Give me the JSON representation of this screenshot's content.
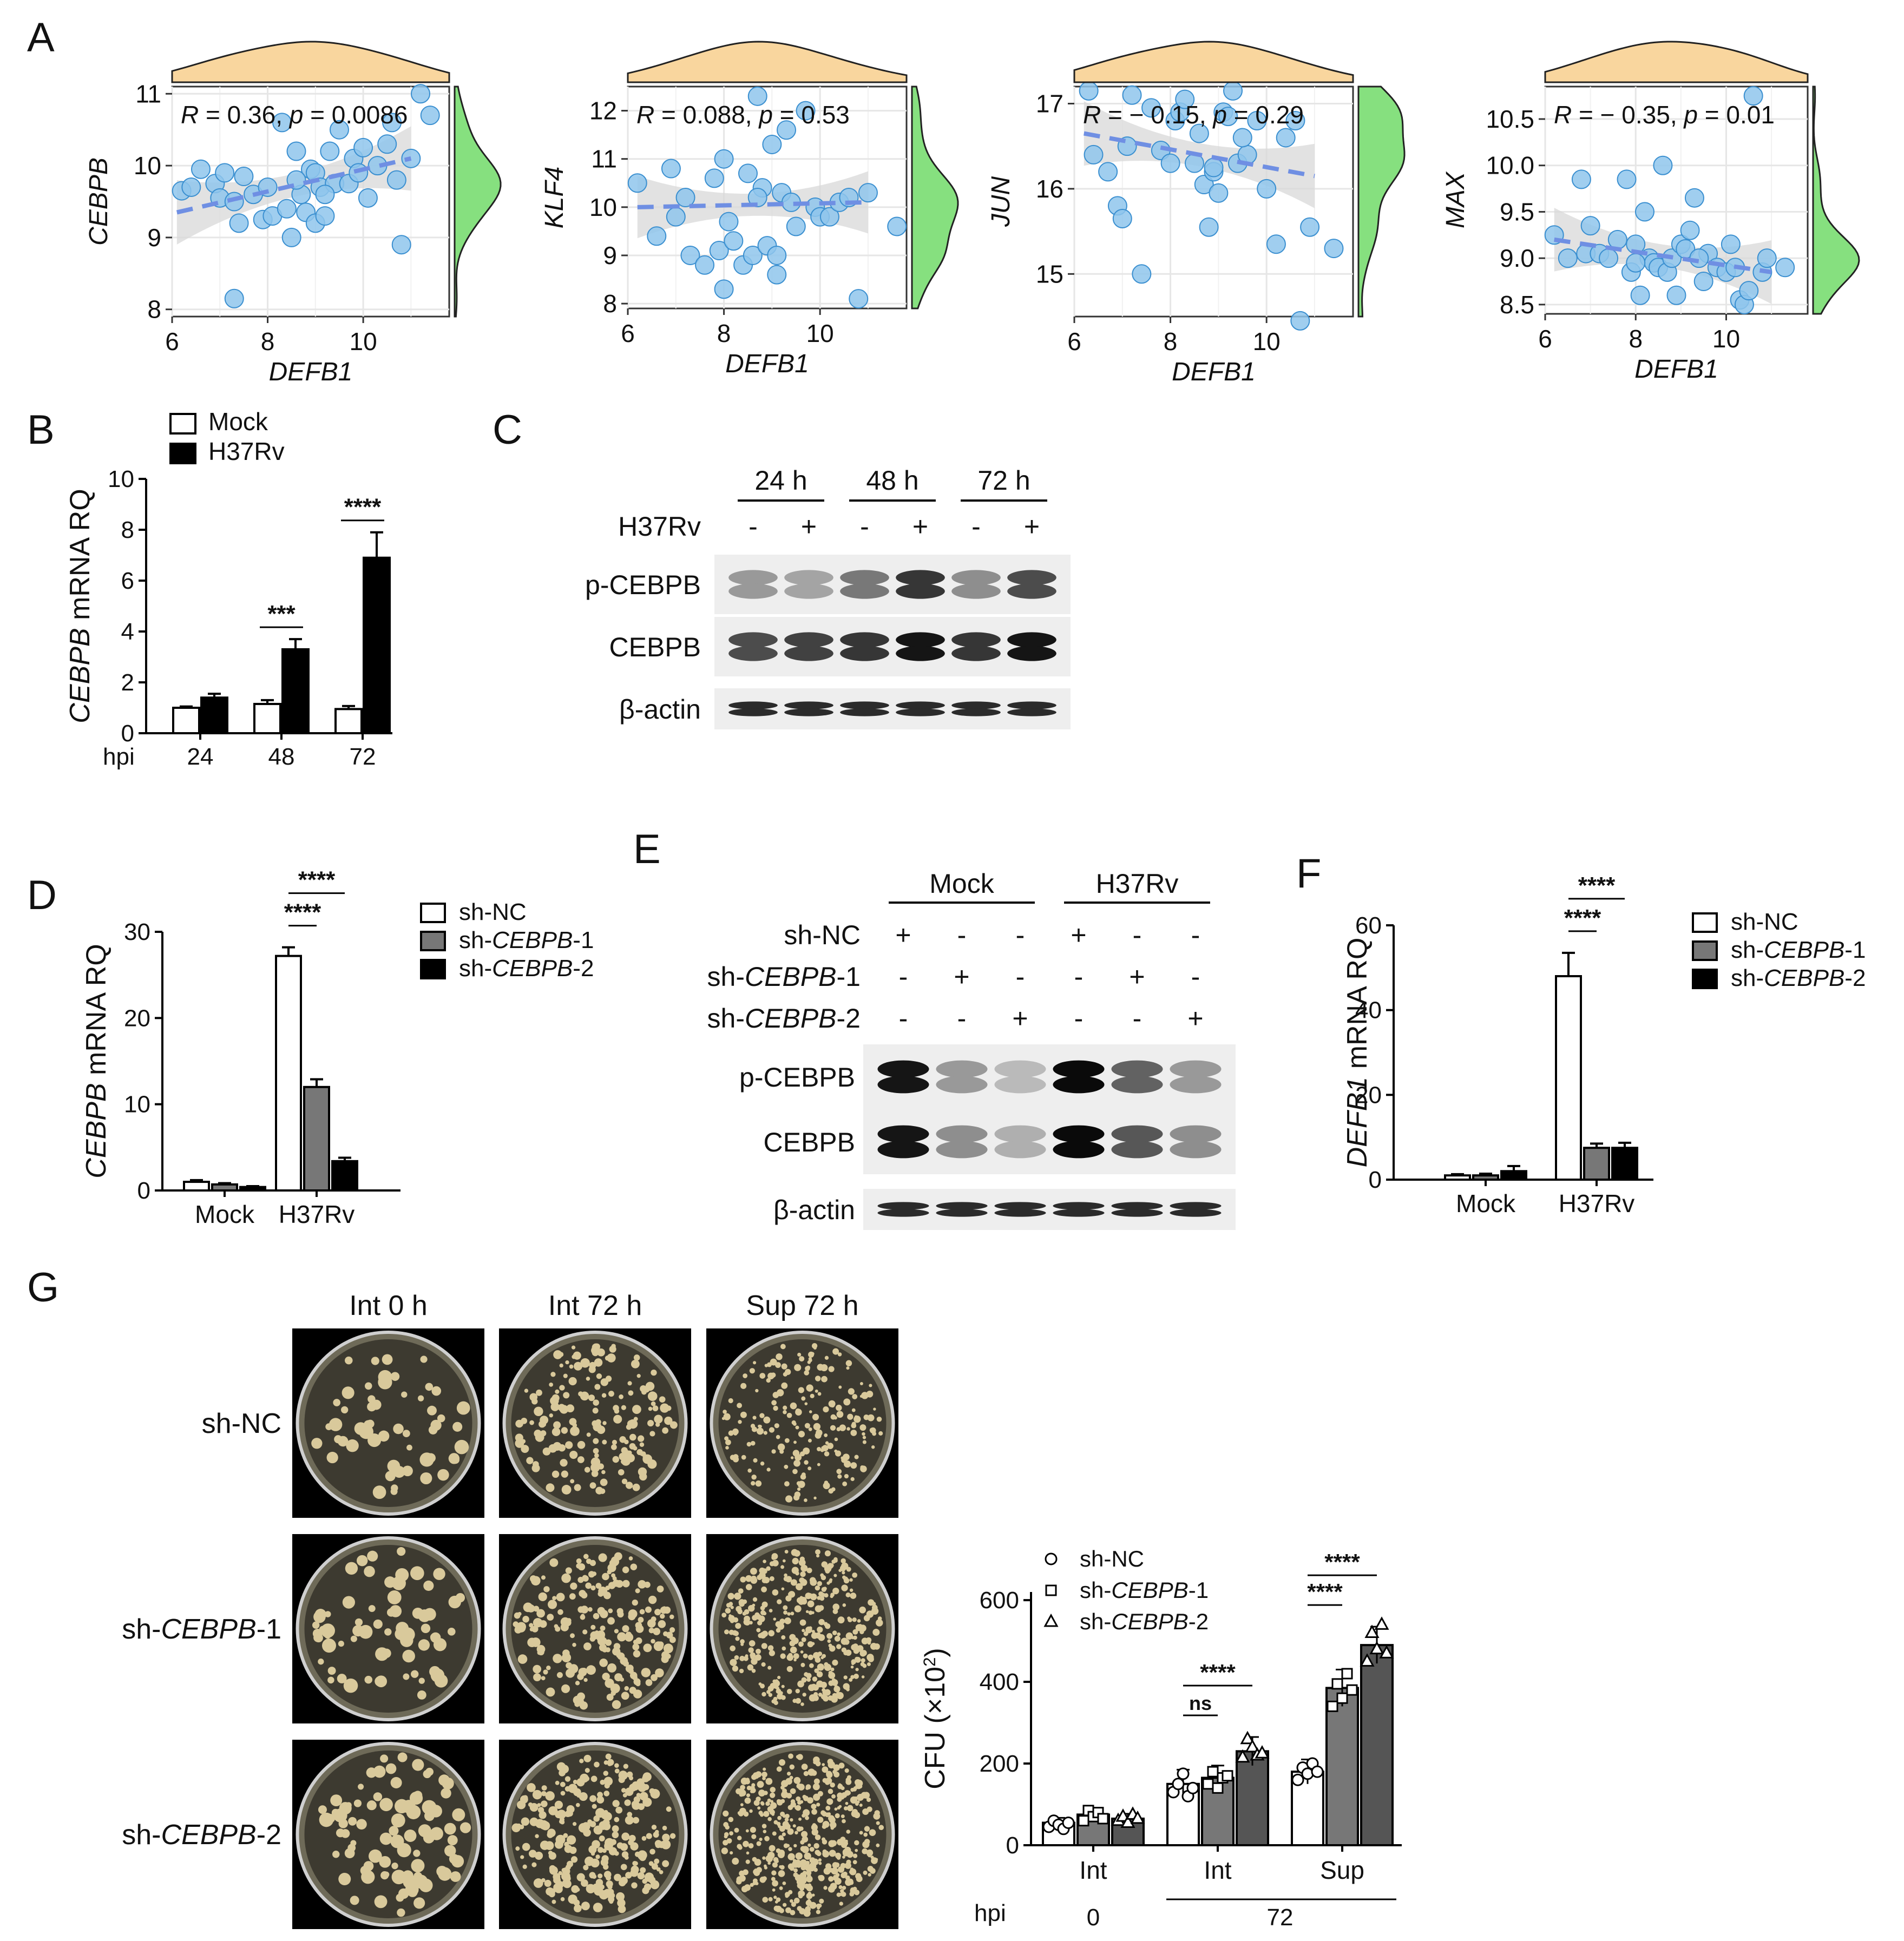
{
  "colors": {
    "scatter_point": "#8fc6ec",
    "scatter_point_stroke": "#3a8fd0",
    "regression_line": "#6f8fe3",
    "ci_band": "#d8d8d8",
    "x_density": "#f9d69e",
    "y_density": "#86e07f",
    "bar_black": "#000000",
    "bar_grey": "#777777",
    "bar_dark": "#555555",
    "plate_bg": "#000000",
    "colony": "#d9c99b",
    "agar": "#6e6a58"
  },
  "panels": {
    "A": "A",
    "B": "B",
    "C": "C",
    "D": "D",
    "E": "E",
    "F": "F",
    "G": "G"
  },
  "chart_data": [
    {
      "id": "A1",
      "type": "scatter",
      "xlabel": "DEFB1",
      "ylabel": "CEBPB",
      "annotation": {
        "r_label": "R",
        "r_value": " = 0.36, ",
        "p_label": "p",
        "p_value": " = 0.0086"
      },
      "xlim": [
        6,
        11.8
      ],
      "ylim": [
        7.9,
        11.1
      ],
      "xticks": [
        "6",
        "8",
        "10"
      ],
      "yticks": [
        "8",
        "9",
        "10",
        "11"
      ],
      "fit": {
        "x": [
          6.1,
          11.0
        ],
        "y": [
          9.35,
          10.1
        ]
      },
      "x": [
        6.2,
        6.4,
        6.6,
        6.9,
        7.0,
        7.1,
        7.3,
        7.4,
        7.5,
        7.7,
        7.9,
        8.0,
        8.1,
        8.3,
        8.4,
        8.5,
        8.6,
        8.7,
        8.8,
        8.9,
        9.0,
        9.0,
        9.1,
        9.2,
        9.3,
        9.4,
        9.5,
        9.7,
        9.8,
        9.9,
        10.0,
        10.1,
        10.3,
        10.5,
        10.7,
        10.8,
        11.0,
        11.2,
        11.4,
        7.3,
        8.6,
        9.2,
        10.6
      ],
      "y": [
        9.65,
        9.7,
        9.95,
        9.75,
        9.55,
        9.9,
        8.15,
        9.2,
        9.85,
        9.6,
        9.25,
        9.7,
        9.3,
        10.6,
        9.4,
        9.0,
        10.2,
        9.6,
        9.35,
        9.95,
        9.9,
        9.2,
        9.7,
        9.3,
        10.2,
        9.75,
        10.5,
        9.75,
        10.1,
        9.9,
        10.25,
        9.55,
        10.0,
        10.3,
        9.8,
        8.9,
        10.1,
        11.0,
        10.7,
        9.5,
        9.8,
        9.6,
        10.6
      ]
    },
    {
      "id": "A2",
      "type": "scatter",
      "xlabel": "DEFB1",
      "ylabel": "KLF4",
      "annotation": {
        "r_label": "R",
        "r_value": " = 0.088, ",
        "p_label": "p",
        "p_value": " = 0.53"
      },
      "xlim": [
        6,
        11.8
      ],
      "ylim": [
        7.9,
        12.5
      ],
      "xticks": [
        "6",
        "8",
        "10"
      ],
      "yticks": [
        "8",
        "9",
        "10",
        "11",
        "12"
      ],
      "fit": {
        "x": [
          6.2,
          11.0
        ],
        "y": [
          10.0,
          10.1
        ]
      },
      "x": [
        6.2,
        6.6,
        6.9,
        7.0,
        7.2,
        7.3,
        7.6,
        7.8,
        7.9,
        8.0,
        8.1,
        8.2,
        8.4,
        8.5,
        8.6,
        8.7,
        8.8,
        8.9,
        9.0,
        9.1,
        9.2,
        9.3,
        9.4,
        9.5,
        9.7,
        9.9,
        10.0,
        10.2,
        10.4,
        10.6,
        10.8,
        11.0,
        11.6,
        8.0,
        8.7,
        9.1
      ],
      "y": [
        10.5,
        9.4,
        10.8,
        9.8,
        10.2,
        9.0,
        8.8,
        10.6,
        9.1,
        8.3,
        9.7,
        9.3,
        8.8,
        10.7,
        9.0,
        12.3,
        10.4,
        9.2,
        11.3,
        8.6,
        10.3,
        11.6,
        10.1,
        9.6,
        12.0,
        10.0,
        9.8,
        9.8,
        10.1,
        10.2,
        8.1,
        10.3,
        9.6,
        11.0,
        10.2,
        9.0
      ]
    },
    {
      "id": "A3",
      "type": "scatter",
      "xlabel": "DEFB1",
      "ylabel": "JUN",
      "annotation": {
        "r_label": "R",
        "r_value": " = − 0.15, ",
        "p_label": "p",
        "p_value": " = 0.29"
      },
      "xlim": [
        6,
        11.8
      ],
      "ylim": [
        14.5,
        17.2
      ],
      "xticks": [
        "6",
        "8",
        "10"
      ],
      "yticks": [
        "15",
        "16",
        "17"
      ],
      "fit": {
        "x": [
          6.2,
          11.0
        ],
        "y": [
          16.65,
          16.15
        ]
      },
      "x": [
        6.3,
        6.4,
        6.7,
        6.9,
        7.0,
        7.2,
        7.4,
        7.6,
        7.8,
        8.0,
        8.1,
        8.2,
        8.3,
        8.5,
        8.6,
        8.7,
        8.8,
        8.9,
        9.0,
        9.1,
        9.2,
        9.3,
        9.4,
        9.6,
        9.8,
        10.0,
        10.2,
        10.4,
        10.6,
        10.7,
        10.9,
        11.4,
        7.1,
        8.9,
        9.5
      ],
      "y": [
        17.15,
        16.4,
        16.2,
        15.8,
        15.65,
        17.1,
        15.0,
        16.95,
        16.45,
        16.3,
        16.8,
        16.9,
        17.05,
        16.3,
        16.65,
        16.05,
        15.55,
        16.2,
        15.95,
        16.9,
        16.85,
        17.15,
        16.3,
        16.4,
        16.8,
        16.0,
        15.35,
        16.6,
        16.8,
        14.45,
        15.55,
        15.3,
        16.5,
        16.25,
        16.6
      ]
    },
    {
      "id": "A4",
      "type": "scatter",
      "xlabel": "DEFB1",
      "ylabel": "MAX",
      "annotation": {
        "r_label": "R",
        "r_value": " = − 0.35, ",
        "p_label": "p",
        "p_value": " = 0.01"
      },
      "xlim": [
        6,
        11.8
      ],
      "ylim": [
        8.4,
        10.85
      ],
      "xticks": [
        "6",
        "8",
        "10"
      ],
      "yticks": [
        "8.5",
        "9.0",
        "9.5",
        "10.0",
        "10.5"
      ],
      "fit": {
        "x": [
          6.2,
          11.0
        ],
        "y": [
          9.2,
          8.85
        ]
      },
      "x": [
        6.2,
        6.5,
        6.8,
        6.9,
        7.0,
        7.2,
        7.4,
        7.6,
        7.8,
        7.9,
        8.0,
        8.1,
        8.2,
        8.3,
        8.4,
        8.5,
        8.6,
        8.7,
        8.8,
        8.9,
        9.0,
        9.1,
        9.2,
        9.3,
        9.5,
        9.6,
        9.8,
        10.0,
        10.1,
        10.2,
        10.3,
        10.4,
        10.5,
        10.6,
        10.8,
        11.3,
        8.0,
        9.4,
        10.9
      ],
      "y": [
        9.25,
        9.0,
        9.85,
        9.05,
        9.35,
        9.05,
        9.0,
        9.2,
        9.85,
        8.85,
        9.15,
        8.6,
        9.5,
        9.0,
        8.95,
        8.9,
        10.0,
        8.85,
        9.0,
        8.6,
        9.15,
        9.1,
        9.3,
        9.65,
        8.75,
        9.05,
        8.9,
        8.85,
        9.15,
        8.9,
        8.55,
        8.5,
        8.65,
        10.75,
        8.85,
        8.9,
        8.95,
        9.0,
        9.0
      ]
    },
    {
      "id": "B",
      "type": "bar",
      "ylabel_italic": "CEBPB",
      "ylabel_rest": " mRNA RQ",
      "ylim": [
        0,
        10
      ],
      "yticks": [
        "0",
        "2",
        "4",
        "6",
        "8",
        "10"
      ],
      "xprefix": "hpi",
      "categories": [
        "24",
        "48",
        "72"
      ],
      "series": [
        {
          "name": "Mock",
          "values": [
            1.0,
            1.15,
            0.95
          ],
          "errors": [
            0.05,
            0.15,
            0.12
          ]
        },
        {
          "name": "H37Rv",
          "values": [
            1.4,
            3.3,
            6.9
          ],
          "errors": [
            0.15,
            0.4,
            1.0
          ]
        }
      ],
      "significance": [
        {
          "category": "48",
          "label": "***"
        },
        {
          "category": "72",
          "label": "****"
        }
      ]
    },
    {
      "id": "D",
      "type": "bar",
      "ylabel_italic": "CEBPB",
      "ylabel_rest": " mRNA RQ",
      "ylim": [
        0,
        30
      ],
      "yticks": [
        "0",
        "10",
        "20",
        "30"
      ],
      "categories": [
        "Mock",
        "H37Rv"
      ],
      "series": [
        {
          "name": "sh-NC",
          "name_plain": "sh-NC",
          "values": [
            1.0,
            27.2
          ],
          "errors": [
            0.2,
            1.0
          ]
        },
        {
          "name": "sh-CEBPB-1",
          "name_pre": "sh-",
          "name_italic": "CEBPB",
          "name_post": "-1",
          "values": [
            0.7,
            12.0
          ],
          "errors": [
            0.15,
            0.9
          ]
        },
        {
          "name": "sh-CEBPB-2",
          "name_pre": "sh-",
          "name_italic": "CEBPB",
          "name_post": "-2",
          "values": [
            0.4,
            3.4
          ],
          "errors": [
            0.1,
            0.4
          ]
        }
      ],
      "significance": [
        {
          "pair": "NC-1",
          "label": "****"
        },
        {
          "pair": "NC-2",
          "label": "****"
        }
      ]
    },
    {
      "id": "F",
      "type": "bar",
      "ylabel_italic": "DEFB1",
      "ylabel_rest": " mRNA RQ",
      "ylim": [
        0,
        60
      ],
      "yticks": [
        "0",
        "20",
        "40",
        "60"
      ],
      "categories": [
        "Mock",
        "H37Rv"
      ],
      "series": [
        {
          "name": "sh-NC",
          "name_plain": "sh-NC",
          "values": [
            1.0,
            48.0
          ],
          "errors": [
            0.3,
            5.5
          ]
        },
        {
          "name": "sh-CEBPB-1",
          "name_pre": "sh-",
          "name_italic": "CEBPB",
          "name_post": "-1",
          "values": [
            1.0,
            7.5
          ],
          "errors": [
            0.4,
            1.0
          ]
        },
        {
          "name": "sh-CEBPB-2",
          "name_pre": "sh-",
          "name_italic": "CEBPB",
          "name_post": "-2",
          "values": [
            2.0,
            7.5
          ],
          "errors": [
            1.2,
            1.2
          ]
        }
      ],
      "significance": [
        {
          "pair": "NC-1",
          "label": "****"
        },
        {
          "pair": "NC-2",
          "label": "****"
        }
      ]
    },
    {
      "id": "G",
      "type": "bar",
      "ylabel": "CFU (×10",
      "ylabel_sup": "2",
      "ylabel_close": ")",
      "ylim": [
        0,
        620
      ],
      "yticks": [
        "0",
        "200",
        "400",
        "600"
      ],
      "categories": [
        "Int",
        "Int",
        "Sup"
      ],
      "xprefix": "hpi",
      "time_labels": [
        "0",
        "72"
      ],
      "series": [
        {
          "name": "sh-NC",
          "name_plain": "sh-NC",
          "values": [
            55,
            150,
            180
          ],
          "errors": [
            12,
            35,
            30
          ]
        },
        {
          "name": "sh-CEBPB-1",
          "name_pre": "sh-",
          "name_italic": "CEBPB",
          "name_post": "-1",
          "values": [
            75,
            165,
            385
          ],
          "errors": [
            15,
            30,
            45
          ]
        },
        {
          "name": "sh-CEBPB-2",
          "name_pre": "sh-",
          "name_italic": "CEBPB",
          "name_post": "-2",
          "values": [
            65,
            230,
            490
          ],
          "errors": [
            12,
            35,
            45
          ]
        }
      ],
      "points": [
        [
          [
            45,
            60,
            50,
            40,
            55
          ],
          [
            60,
            85,
            70,
            80,
            65
          ],
          [
            60,
            70,
            55,
            75,
            65
          ]
        ],
        [
          [
            130,
            150,
            175,
            120,
            140
          ],
          [
            150,
            180,
            140,
            165,
            170
          ],
          [
            215,
            260,
            240,
            220,
            225
          ]
        ],
        [
          [
            160,
            190,
            175,
            200,
            180
          ],
          [
            340,
            395,
            360,
            420,
            380
          ],
          [
            450,
            520,
            480,
            540,
            470
          ]
        ]
      ],
      "significance": [
        {
          "group": 1,
          "pair": "NC-1",
          "label": "ns"
        },
        {
          "group": 1,
          "pair": "NC-2",
          "label": "****"
        },
        {
          "group": 2,
          "pair": "NC-1",
          "label": "****"
        },
        {
          "group": 2,
          "pair": "NC-2",
          "label": "****"
        }
      ]
    }
  ],
  "blots": {
    "C": {
      "timepoints": [
        "24 h",
        "48 h",
        "72 h"
      ],
      "treatment_label": "H37Rv",
      "signs": [
        "-",
        "+",
        "-",
        "+",
        "-",
        "+"
      ],
      "bands": [
        "p-CEBPB",
        "CEBPB",
        "β-actin"
      ],
      "intensity": {
        "p-CEBPB": [
          0.35,
          0.3,
          0.5,
          0.8,
          0.4,
          0.7
        ],
        "CEBPB": [
          0.7,
          0.75,
          0.8,
          0.95,
          0.8,
          0.95
        ],
        "β-actin": [
          0.85,
          0.85,
          0.85,
          0.85,
          0.85,
          0.85
        ]
      }
    },
    "E": {
      "groups": [
        "Mock",
        "H37Rv"
      ],
      "rows": [
        {
          "pre": "sh-NC",
          "italic": "",
          "post": "",
          "signs": [
            "+",
            "-",
            "-",
            "+",
            "-",
            "-"
          ]
        },
        {
          "pre": "sh-",
          "italic": "CEBPB",
          "post": "-1",
          "signs": [
            "-",
            "+",
            "-",
            "-",
            "+",
            "-"
          ]
        },
        {
          "pre": "sh-",
          "italic": "CEBPB",
          "post": "-2",
          "signs": [
            "-",
            "-",
            "+",
            "-",
            "-",
            "+"
          ]
        }
      ],
      "bands": [
        "p-CEBPB",
        "CEBPB",
        "β-actin"
      ],
      "intensity": {
        "p-CEBPB": [
          0.95,
          0.35,
          0.2,
          1.0,
          0.6,
          0.35
        ],
        "CEBPB": [
          0.95,
          0.4,
          0.25,
          1.0,
          0.65,
          0.4
        ],
        "β-actin": [
          0.85,
          0.85,
          0.85,
          0.85,
          0.85,
          0.85
        ]
      }
    }
  },
  "plates": {
    "columns": [
      "Int 0 h",
      "Int 72 h",
      "Sup 72 h"
    ],
    "rows": [
      {
        "pre": "sh-NC",
        "italic": "",
        "post": ""
      },
      {
        "pre": "sh-",
        "italic": "CEBPB",
        "post": "-1"
      },
      {
        "pre": "sh-",
        "italic": "CEBPB",
        "post": "-2"
      }
    ],
    "colony_counts": [
      [
        55,
        180,
        210
      ],
      [
        70,
        220,
        390
      ],
      [
        90,
        280,
        470
      ]
    ]
  }
}
